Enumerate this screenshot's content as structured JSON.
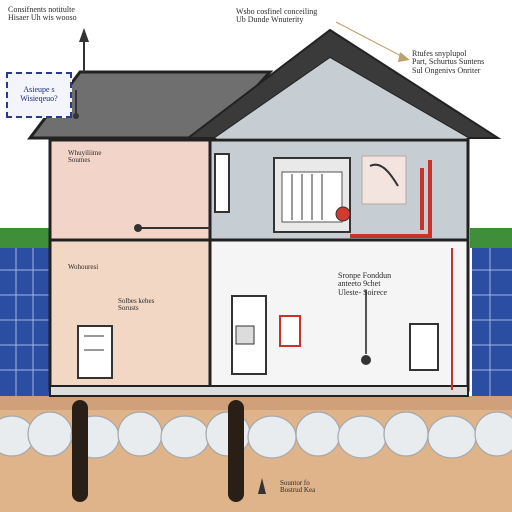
{
  "labels": {
    "top_left": "Consifnents notitulte\nHisaer Uh wis wooso",
    "top_center": "Wsbo cosfinel conceiling\nUb Dunde Wnuterity",
    "roof_right": "Rtufes snyplupol\nPart, Schurtus Suntens\nSul Ongenivs Onriter",
    "boxed": "Asieupe s\nWisieqeuo?",
    "attic_left": "Whuyiliime\nSoumes",
    "lower_left_1": "Wohouresi",
    "lower_left_2": "Solbes kehes\nSorusts",
    "center_right": "Sronpe Fonddun\nanteeto 9chet\nUleste- Soirece",
    "ground_bottom": "Sountor fo\nBostrud Kea"
  },
  "colors": {
    "sky_attic": "#c7ced3",
    "left_wall": "#f2d4c9",
    "lower_wall": "#f1d7c4",
    "roof": "#6f6f6f",
    "solar_blue": "#2b4ea3",
    "grass": "#3f8f3a",
    "soil": "#e0b48a",
    "rock": "#e9ecef",
    "pipe_red": "#c8322b"
  }
}
